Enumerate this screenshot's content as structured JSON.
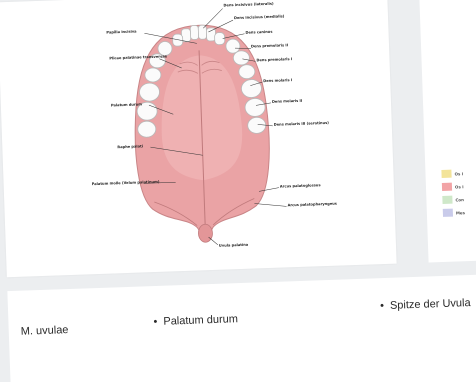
{
  "figure": {
    "labels": {
      "dens_incisivus_lateralis": "Dens incisivus (lateralis)",
      "dens_incisivus_medialis": "Dens incisivus (medialis)",
      "papilla_incisiva": "Papilla incisiva",
      "dens_caninus": "Dens caninus",
      "plicae_palatinae": "Plicae palatinae transversae",
      "dens_premolaris_ii": "Dens premolaris II",
      "dens_premolaris_i": "Dens premolaris I",
      "dens_molaris_i": "Dens molaris I",
      "palatum_durum": "Palatum durum",
      "dens_molaris_ii": "Dens molaris II",
      "dens_molaris_iii": "Dens molaris III (serotinus)",
      "raphe_palati": "Raphe palati",
      "palatum_molle": "Palatum molle (Velum palatinum)",
      "arcus_palatoglossus": "Arcus palatoglossus",
      "arcus_palatopharyngeus": "Arcus palatopharyngeus",
      "uvula_palatina": "Uvula palatina"
    }
  },
  "legend": {
    "items": [
      {
        "label": "Os i",
        "color": "#f3e49a"
      },
      {
        "label": "Os i",
        "color": "#f2a4a6"
      },
      {
        "label": "Con",
        "color": "#cfe8c9"
      },
      {
        "label": "Mes",
        "color": "#c9cbea"
      }
    ]
  },
  "answers": {
    "muvulae": "M. uvulae",
    "palatum_durum": "Palatum durum",
    "spitze": "Spitze der Uvula"
  }
}
